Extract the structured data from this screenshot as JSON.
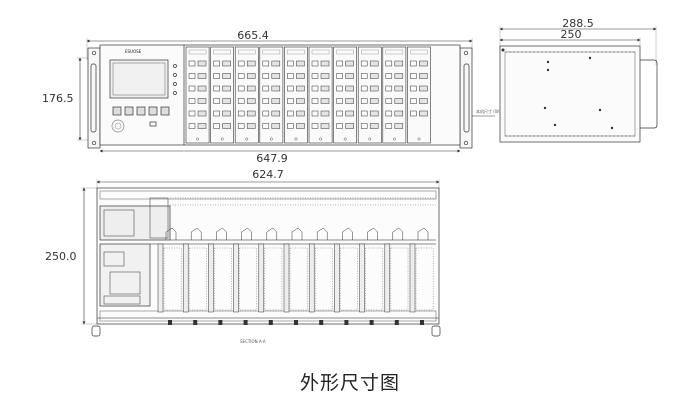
{
  "front_view": {
    "brand_text": "ESUOSE",
    "width_dim": "665.4",
    "height_dim": "176.5",
    "inner_width_dim": "647.9",
    "note_text": "本机尺寸 (W×H) …",
    "module_slot_count": 10,
    "module_rows": 6
  },
  "side_view": {
    "total_depth_dim": "288.5",
    "body_depth_dim": "250"
  },
  "top_view": {
    "width_dim": "624.7",
    "depth_dim": "250.0",
    "section_label": "SECTION A-A",
    "card_count": 11
  },
  "caption": "外形尺寸图",
  "colors": {
    "line": "#333333",
    "light": "#888888",
    "fill": "#f3f3f3"
  }
}
